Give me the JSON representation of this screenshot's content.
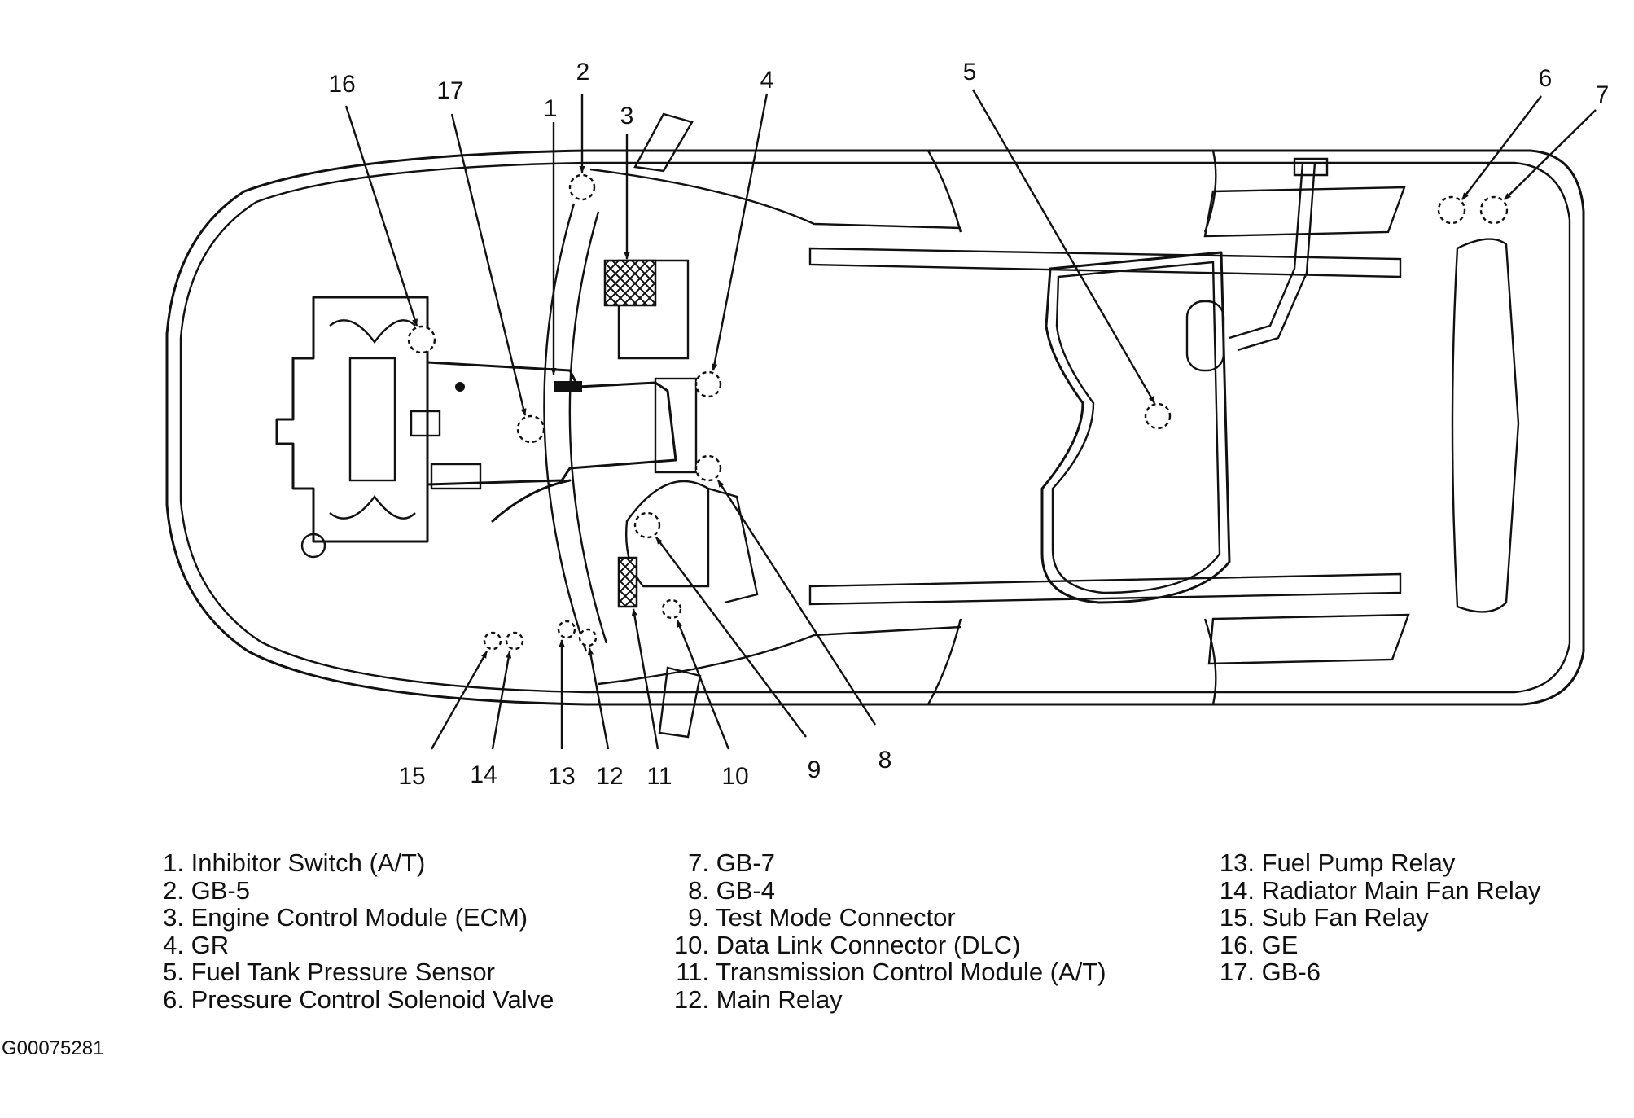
{
  "callouts": [
    "1",
    "2",
    "3",
    "4",
    "5",
    "6",
    "7",
    "8",
    "9",
    "10",
    "11",
    "12",
    "13",
    "14",
    "15",
    "16",
    "17"
  ],
  "legend": [
    [
      {
        "num": "1.",
        "label": "Inhibitor Switch (A/T)"
      },
      {
        "num": "2.",
        "label": "GB-5"
      },
      {
        "num": "3.",
        "label": "Engine Control Module (ECM)"
      },
      {
        "num": "4.",
        "label": "GR"
      },
      {
        "num": "5.",
        "label": "Fuel Tank Pressure Sensor"
      },
      {
        "num": "6.",
        "label": "Pressure Control Solenoid Valve"
      }
    ],
    [
      {
        "num": "7.",
        "label": "GB-7"
      },
      {
        "num": "8.",
        "label": "GB-4"
      },
      {
        "num": "9.",
        "label": "Test Mode Connector"
      },
      {
        "num": "10.",
        "label": "Data Link Connector (DLC)"
      },
      {
        "num": "11.",
        "label": "Transmission Control Module (A/T)"
      },
      {
        "num": "12.",
        "label": "Main Relay"
      }
    ],
    [
      {
        "num": "13.",
        "label": "Fuel Pump Relay"
      },
      {
        "num": "14.",
        "label": "Radiator Main Fan Relay"
      },
      {
        "num": "15.",
        "label": "Sub Fan Relay"
      },
      {
        "num": "16.",
        "label": "GE"
      },
      {
        "num": "17.",
        "label": "GB-6"
      }
    ]
  ],
  "figure_id": "G00075281"
}
